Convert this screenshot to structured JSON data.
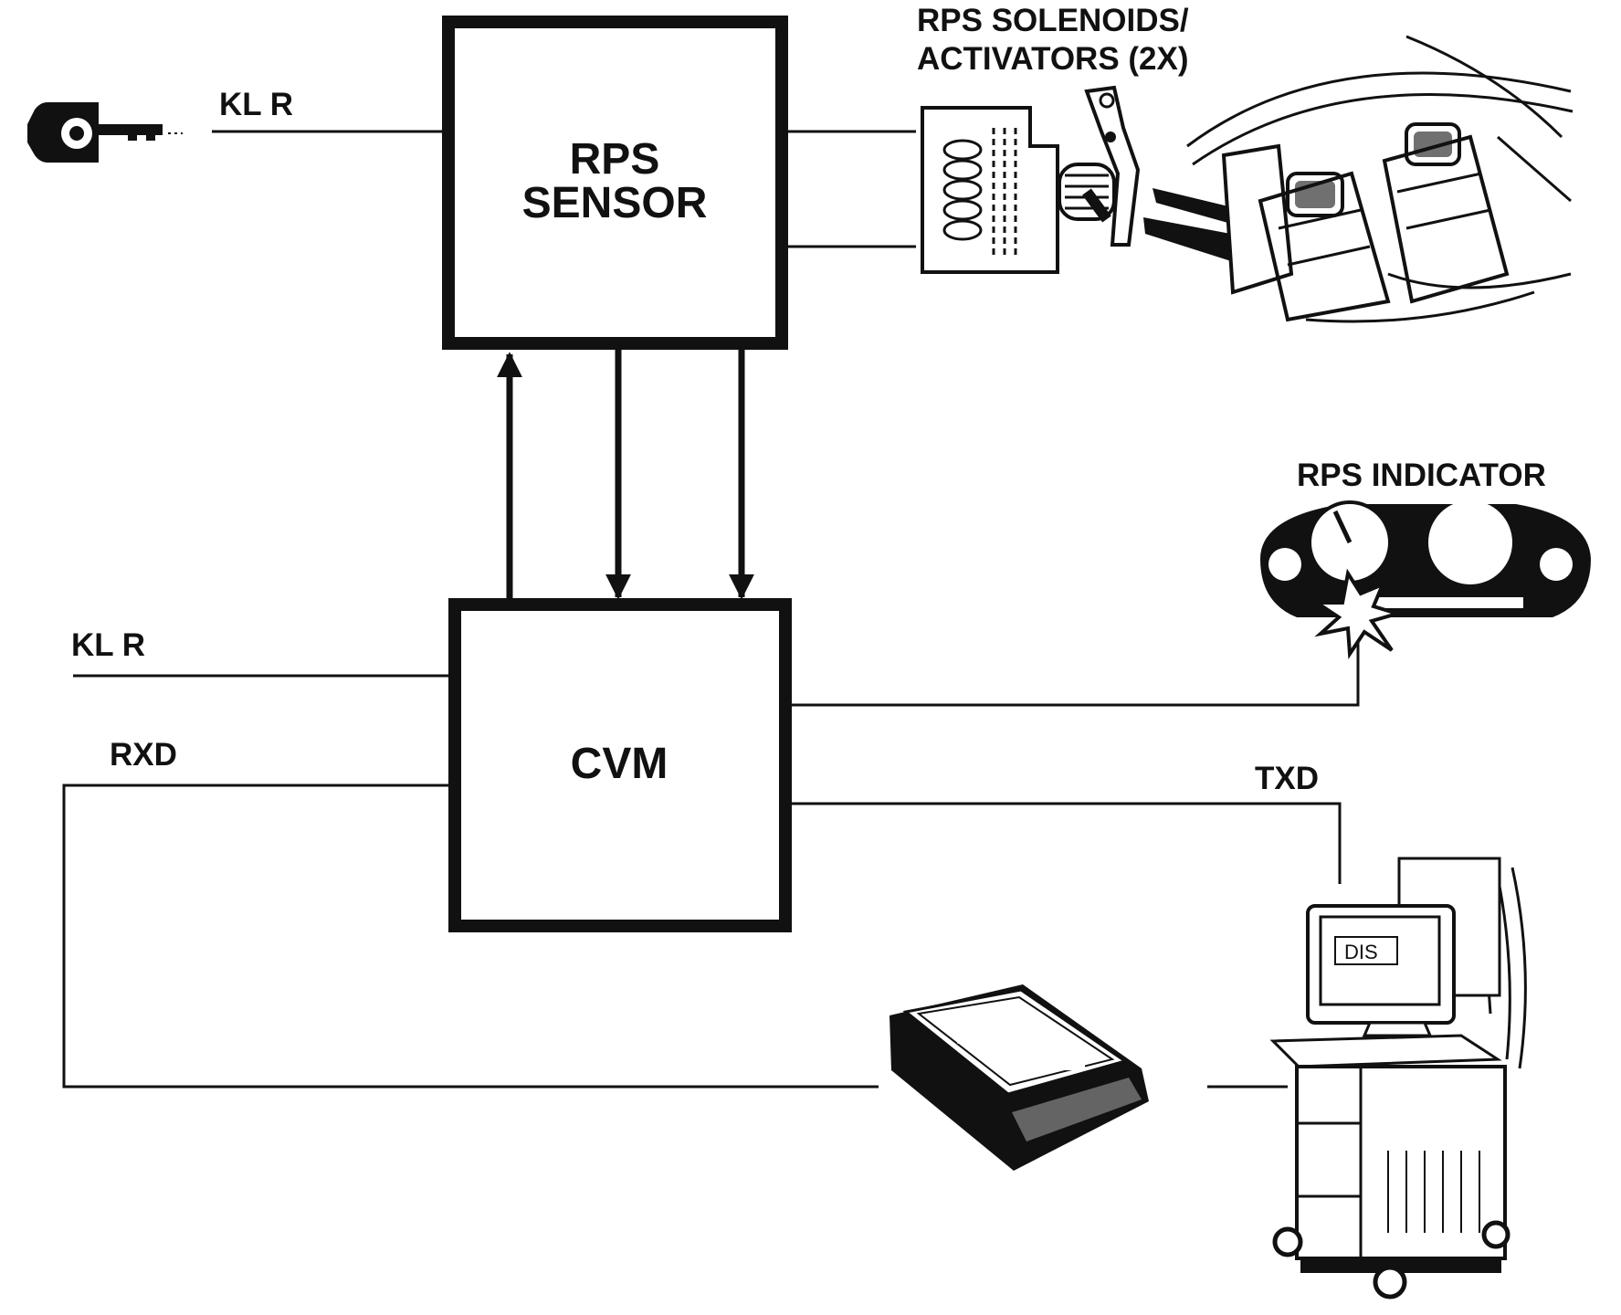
{
  "blocks": {
    "rps_sensor": {
      "line1": "RPS",
      "line2": "SENSOR"
    },
    "cvm": {
      "label": "CVM"
    }
  },
  "signals": {
    "klr_ignition": "KL R",
    "klr_cvm": "KL R",
    "rxd": "RXD",
    "txd": "TXD"
  },
  "components": {
    "solenoids_line1": "RPS SOLENOIDS/",
    "solenoids_line2": "ACTIVATORS (2X)",
    "indicator": "RPS INDICATOR",
    "tester_screen": "DIS"
  },
  "colors": {
    "ink": "#111111",
    "paper": "#ffffff"
  },
  "icons": [
    "ignition-key-icon",
    "solenoid-actuator-icon",
    "rear-seat-icon",
    "instrument-cluster-icon",
    "warning-flash-icon",
    "laptop-interface-icon",
    "dis-tester-cart-icon"
  ]
}
